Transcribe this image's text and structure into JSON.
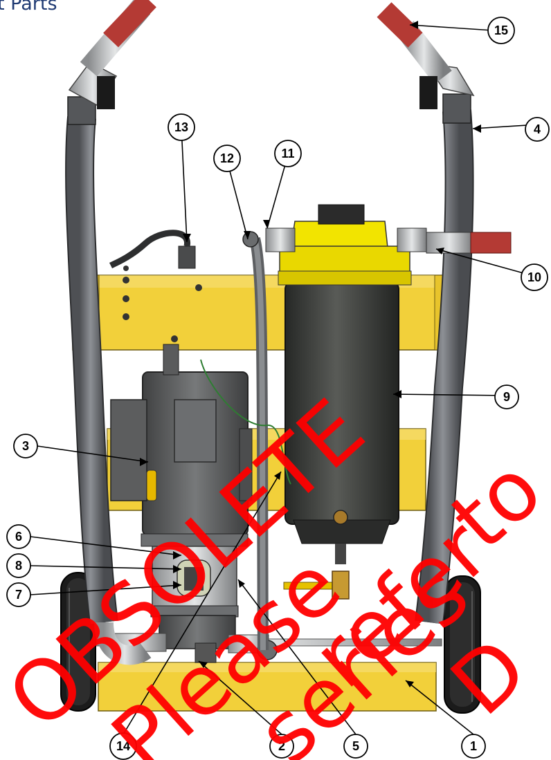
{
  "header": {
    "title": "t Parts"
  },
  "colors": {
    "frame_yellow": "#f2d03a",
    "hose_gray": "#707276",
    "canister_dark": "#3a3c3a",
    "motor_gray": "#5e5f60",
    "watermark_red": "#ff0000",
    "title_blue": "#1f3a73"
  },
  "callouts": [
    {
      "id": "1",
      "label": "1"
    },
    {
      "id": "2",
      "label": "2"
    },
    {
      "id": "3",
      "label": "3"
    },
    {
      "id": "4",
      "label": "4"
    },
    {
      "id": "5",
      "label": "5"
    },
    {
      "id": "6",
      "label": "6"
    },
    {
      "id": "7",
      "label": "7"
    },
    {
      "id": "8",
      "label": "8"
    },
    {
      "id": "9",
      "label": "9"
    },
    {
      "id": "10",
      "label": "10"
    },
    {
      "id": "11",
      "label": "11"
    },
    {
      "id": "12",
      "label": "12"
    },
    {
      "id": "13",
      "label": "13"
    },
    {
      "id": "14",
      "label": "14"
    },
    {
      "id": "15",
      "label": "15"
    }
  ],
  "watermark": {
    "text": "OBSOLETE — Please refer to series D"
  }
}
